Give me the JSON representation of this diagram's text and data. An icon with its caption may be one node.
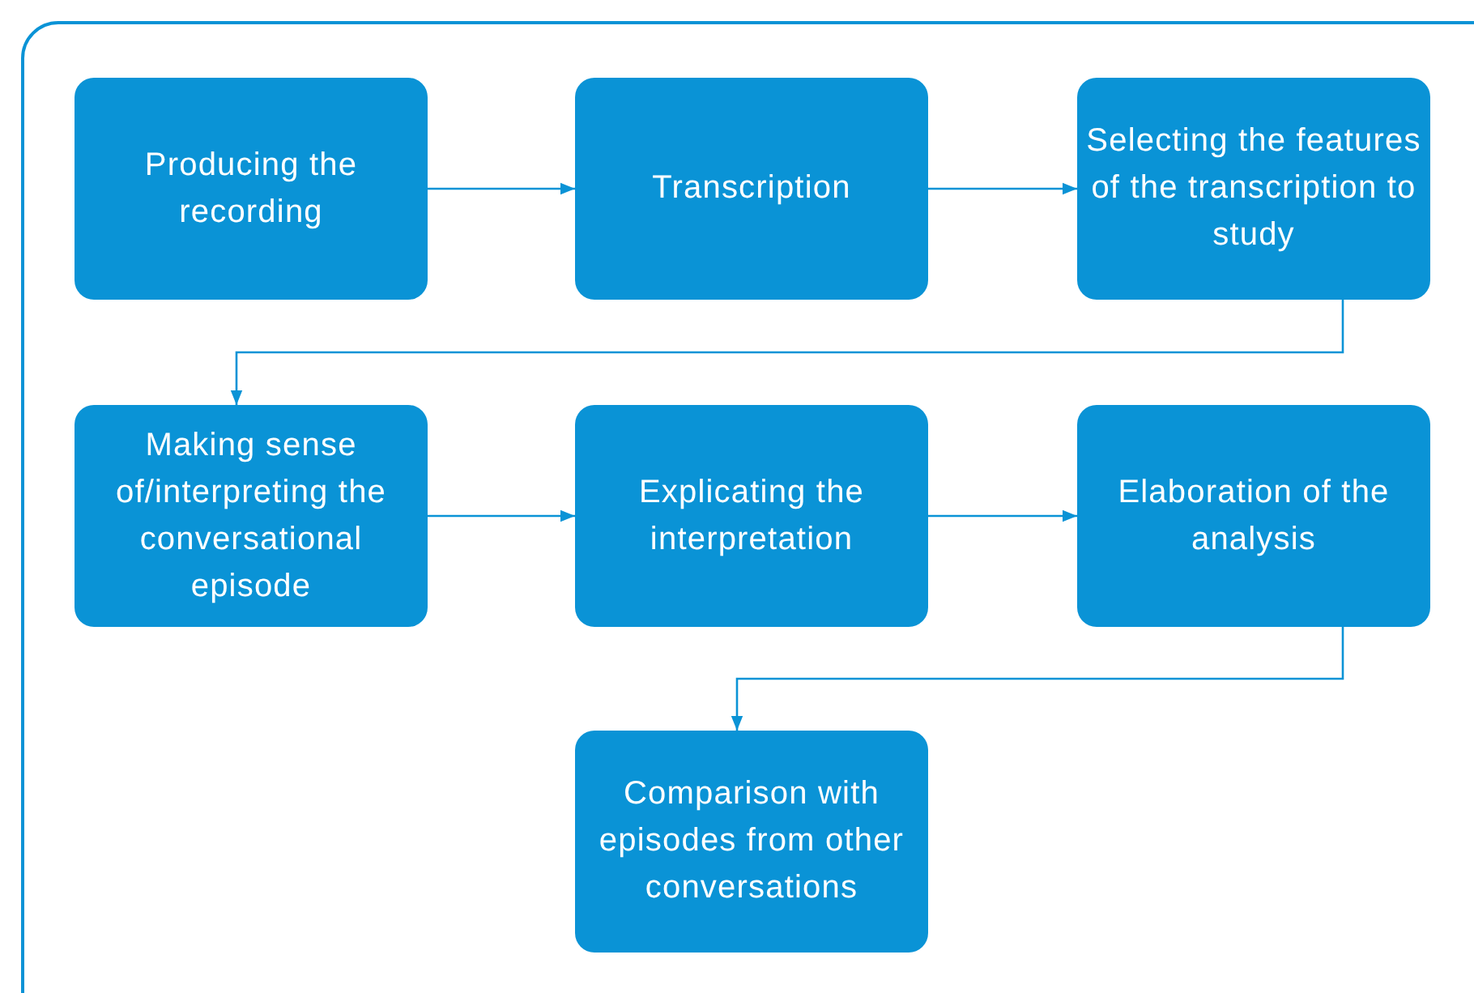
{
  "diagram": {
    "nodes": [
      {
        "text": [
          "Producing the recording"
        ]
      },
      {
        "text": [
          "Transcription"
        ]
      },
      {
        "text": [
          "Selecting the features of the transcription to study"
        ]
      },
      {
        "text": [
          "Making sense of/interpreting the conversational episode"
        ]
      },
      {
        "text": [
          "Explicating the interpretation"
        ]
      },
      {
        "text": [
          "Elaboration of the analysis"
        ]
      },
      {
        "text": [
          "Comparison with episodes from other conversations"
        ]
      }
    ],
    "edges": [
      {
        "from": 0,
        "to": 1,
        "arrow": "to"
      },
      {
        "from": 1,
        "to": 2,
        "arrow": "to"
      },
      {
        "from": 2,
        "to": 3,
        "arrow": "to"
      },
      {
        "from": 3,
        "to": 4,
        "arrow": "to"
      },
      {
        "from": 4,
        "to": 5,
        "arrow": "to"
      },
      {
        "from": 5,
        "to": 6,
        "arrow": "to"
      }
    ]
  }
}
